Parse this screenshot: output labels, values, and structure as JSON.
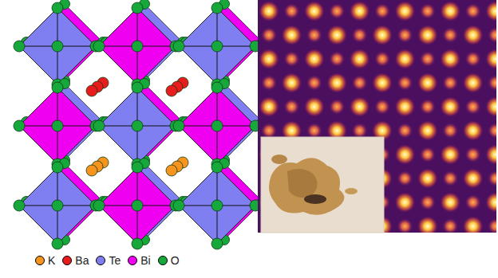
{
  "diagram": {
    "legend": [
      {
        "text": "K",
        "color": "#f7941d"
      },
      {
        "text": "Ba",
        "color": "#e81c1c"
      },
      {
        "text": "Te",
        "color": "#7f7ff2"
      },
      {
        "text": "Bi",
        "color": "#f000f0"
      },
      {
        "text": "O",
        "color": "#16a83a"
      }
    ]
  }
}
